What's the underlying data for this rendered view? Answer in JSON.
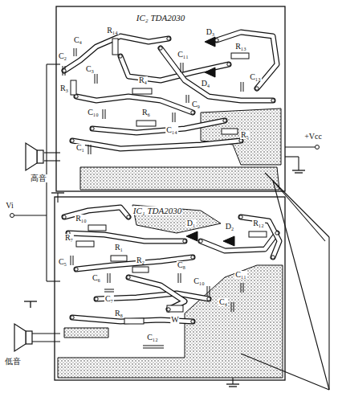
{
  "diagram": {
    "labels": [
      "IC₂ TDA2030",
      "R₁₄",
      "C₄",
      "D₃",
      "R₁₃",
      "C₂",
      "C₃",
      "R₃",
      "R₄",
      "D₄",
      "C₁₁",
      "C₁₃",
      "C₉",
      "C₁₀",
      "R₆",
      "C₁₄",
      "R₅",
      "C₁",
      "高音",
      "+Vcc",
      "Vi",
      "IC₁ TDA2030",
      "R₁₀",
      "R₇",
      "D₁",
      "D₂",
      "R₁₂",
      "C₅",
      "R₁",
      "R₂",
      "C₆",
      "C₇",
      "C₈",
      "C₁₀",
      "C₁₁",
      "C₄",
      "R₈",
      "W",
      "C₁₂",
      "低音"
    ]
  }
}
